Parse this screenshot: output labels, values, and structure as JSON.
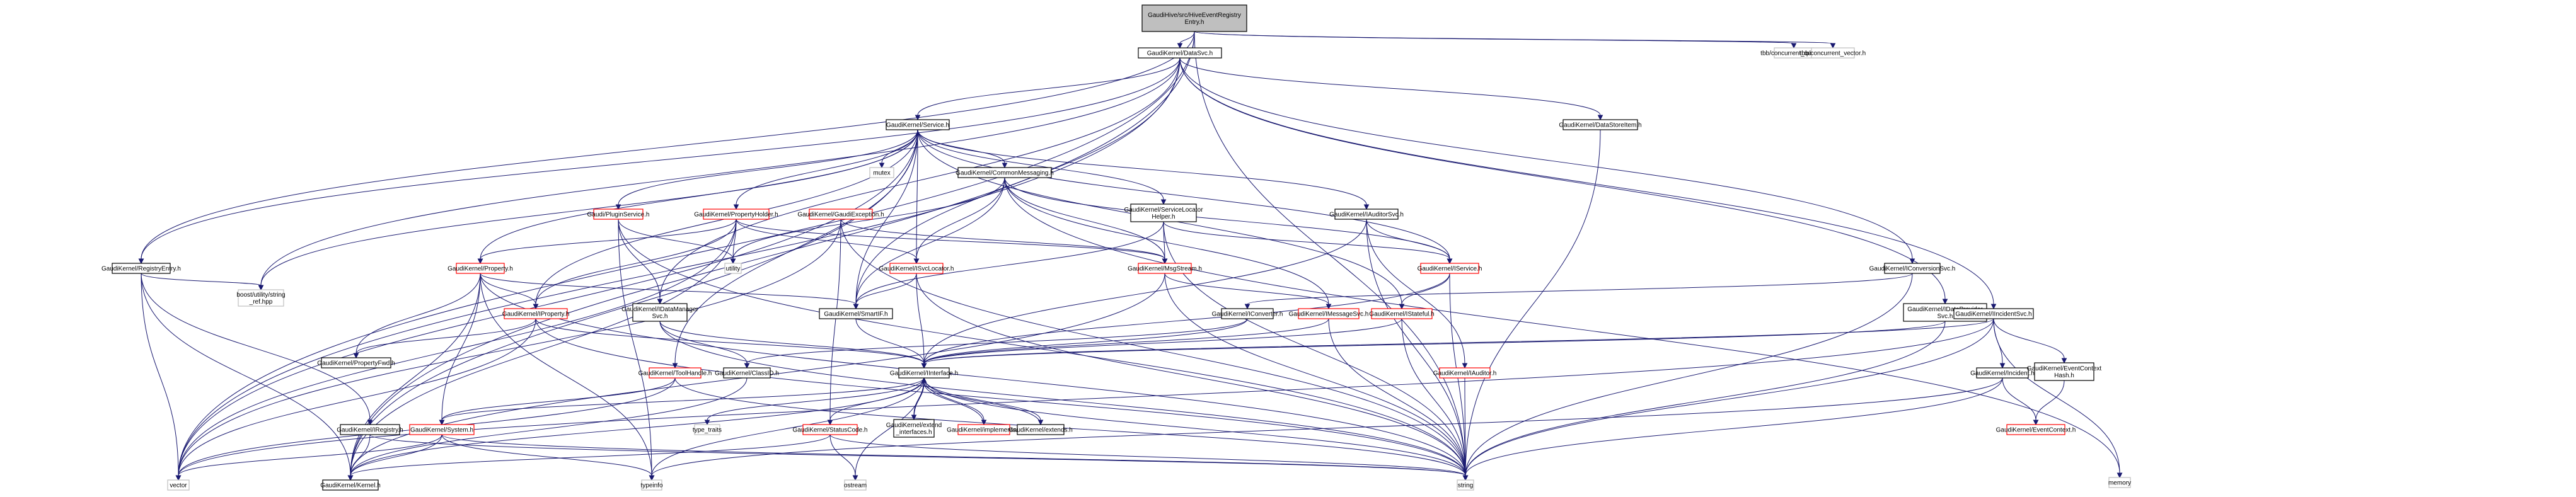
{
  "diagram": {
    "title": "GaudiHive/src/HiveEventRegistryEntry.h include dependency graph",
    "legend": {
      "root_fill": "#bfbfbf",
      "documented_border": "#000000",
      "undocumented_border": "#ff0000",
      "system_border": "#bfbfbf",
      "edge_color": "#191970"
    },
    "nodes": [
      {
        "id": "root",
        "label": [
          "GaudiHive/src/HiveEventRegistry",
          "Entry.h"
        ],
        "kind": "root"
      },
      {
        "id": "DataSvc",
        "label": [
          "GaudiKernel/DataSvc.h"
        ],
        "kind": "doc"
      },
      {
        "id": "tbbq",
        "label": [
          "tbb/concurrent_queue.h"
        ],
        "kind": "sys"
      },
      {
        "id": "tbbv",
        "label": [
          "tbb/concurrent_vector.h"
        ],
        "kind": "sys"
      },
      {
        "id": "Service",
        "label": [
          "GaudiKernel/Service.h"
        ],
        "kind": "doc"
      },
      {
        "id": "DataStoreItem",
        "label": [
          "GaudiKernel/DataStoreItem.h"
        ],
        "kind": "doc"
      },
      {
        "id": "mutex",
        "label": [
          "mutex"
        ],
        "kind": "sys"
      },
      {
        "id": "CommonMessaging",
        "label": [
          "GaudiKernel/CommonMessaging.h"
        ],
        "kind": "doc"
      },
      {
        "id": "PluginService",
        "label": [
          "Gaudi/PluginService.h"
        ],
        "kind": "red"
      },
      {
        "id": "PropertyHolder",
        "label": [
          "GaudiKernel/PropertyHolder.h"
        ],
        "kind": "red"
      },
      {
        "id": "GaudiException",
        "label": [
          "GaudiKernel/GaudiException.h"
        ],
        "kind": "red"
      },
      {
        "id": "ServiceLocatorHelper",
        "label": [
          "GaudiKernel/ServiceLocator",
          "Helper.h"
        ],
        "kind": "doc"
      },
      {
        "id": "IAuditorSvc",
        "label": [
          "GaudiKernel/IAuditorSvc.h"
        ],
        "kind": "doc"
      },
      {
        "id": "RegistryEntry",
        "label": [
          "GaudiKernel/RegistryEntry.h"
        ],
        "kind": "doc"
      },
      {
        "id": "Property",
        "label": [
          "GaudiKernel/Property.h"
        ],
        "kind": "red"
      },
      {
        "id": "utility",
        "label": [
          "utility"
        ],
        "kind": "sys"
      },
      {
        "id": "ISvcLocator",
        "label": [
          "GaudiKernel/ISvcLocator.h"
        ],
        "kind": "red"
      },
      {
        "id": "MsgStream",
        "label": [
          "GaudiKernel/MsgStream.h"
        ],
        "kind": "red"
      },
      {
        "id": "IService",
        "label": [
          "GaudiKernel/IService.h"
        ],
        "kind": "red"
      },
      {
        "id": "IConversionSvc",
        "label": [
          "GaudiKernel/IConversionSvc.h"
        ],
        "kind": "doc"
      },
      {
        "id": "boostref",
        "label": [
          "boost/utility/string",
          "_ref.hpp"
        ],
        "kind": "sys"
      },
      {
        "id": "IProperty",
        "label": [
          "GaudiKernel/IProperty.h"
        ],
        "kind": "red"
      },
      {
        "id": "IDataManagerSvc",
        "label": [
          "GaudiKernel/IDataManager",
          "Svc.h"
        ],
        "kind": "doc"
      },
      {
        "id": "SmartIF",
        "label": [
          "GaudiKernel/SmartIF.h"
        ],
        "kind": "doc"
      },
      {
        "id": "IConverter",
        "label": [
          "GaudiKernel/IConverter.h"
        ],
        "kind": "doc"
      },
      {
        "id": "IMessageSvc",
        "label": [
          "GaudiKernel/IMessageSvc.h"
        ],
        "kind": "red"
      },
      {
        "id": "IStateful",
        "label": [
          "GaudiKernel/IStateful.h"
        ],
        "kind": "red"
      },
      {
        "id": "IDataProviderSvc",
        "label": [
          "GaudiKernel/IDataProvider",
          "Svc.h"
        ],
        "kind": "doc"
      },
      {
        "id": "IIncidentSvc",
        "label": [
          "GaudiKernel/IIncidentSvc.h"
        ],
        "kind": "doc"
      },
      {
        "id": "PropertyFwd",
        "label": [
          "GaudiKernel/PropertyFwd.h"
        ],
        "kind": "doc"
      },
      {
        "id": "ToolHandle",
        "label": [
          "GaudiKernel/ToolHandle.h"
        ],
        "kind": "red"
      },
      {
        "id": "ClassID",
        "label": [
          "GaudiKernel/ClassID.h"
        ],
        "kind": "doc"
      },
      {
        "id": "IInterface",
        "label": [
          "GaudiKernel/IInterface.h"
        ],
        "kind": "doc"
      },
      {
        "id": "IAuditor",
        "label": [
          "GaudiKernel/IAuditor.h"
        ],
        "kind": "red"
      },
      {
        "id": "Incident",
        "label": [
          "GaudiKernel/Incident.h"
        ],
        "kind": "doc"
      },
      {
        "id": "EventContextHash",
        "label": [
          "GaudiKernel/EventContext",
          "Hash.h"
        ],
        "kind": "doc"
      },
      {
        "id": "IRegistry",
        "label": [
          "GaudiKernel/IRegistry.h"
        ],
        "kind": "doc"
      },
      {
        "id": "System",
        "label": [
          "GaudiKernel/System.h"
        ],
        "kind": "red"
      },
      {
        "id": "type_traits",
        "label": [
          "type_traits"
        ],
        "kind": "sys"
      },
      {
        "id": "StatusCode",
        "label": [
          "GaudiKernel/StatusCode.h"
        ],
        "kind": "red"
      },
      {
        "id": "extend_interfaces",
        "label": [
          "GaudiKernel/extend",
          "_interfaces.h"
        ],
        "kind": "doc"
      },
      {
        "id": "implements",
        "label": [
          "GaudiKernel/implements.h"
        ],
        "kind": "red"
      },
      {
        "id": "extends",
        "label": [
          "GaudiKernel/extends.h"
        ],
        "kind": "doc"
      },
      {
        "id": "EventContext",
        "label": [
          "GaudiKernel/EventContext.h"
        ],
        "kind": "red"
      },
      {
        "id": "vector",
        "label": [
          "vector"
        ],
        "kind": "sys"
      },
      {
        "id": "Kernel",
        "label": [
          "GaudiKernel/Kernel.h"
        ],
        "kind": "doc"
      },
      {
        "id": "typeinfo",
        "label": [
          "typeinfo"
        ],
        "kind": "sys"
      },
      {
        "id": "ostream",
        "label": [
          "ostream"
        ],
        "kind": "sys"
      },
      {
        "id": "string",
        "label": [
          "string"
        ],
        "kind": "sys"
      },
      {
        "id": "memory",
        "label": [
          "memory"
        ],
        "kind": "sys"
      }
    ],
    "edges": [
      [
        "root",
        "DataSvc"
      ],
      [
        "root",
        "tbbq"
      ],
      [
        "root",
        "tbbv"
      ],
      [
        "root",
        "RegistryEntry"
      ],
      [
        "root",
        "vector"
      ],
      [
        "root",
        "Kernel"
      ],
      [
        "root",
        "string"
      ],
      [
        "DataSvc",
        "Service"
      ],
      [
        "DataSvc",
        "DataStoreItem"
      ],
      [
        "DataSvc",
        "IConversionSvc"
      ],
      [
        "DataSvc",
        "IDataProviderSvc"
      ],
      [
        "DataSvc",
        "IIncidentSvc"
      ],
      [
        "DataSvc",
        "RegistryEntry"
      ],
      [
        "DataSvc",
        "IDataManagerSvc"
      ],
      [
        "DataSvc",
        "boostref"
      ],
      [
        "DataSvc",
        "SmartIF"
      ],
      [
        "DataSvc",
        "vector"
      ],
      [
        "Service",
        "mutex"
      ],
      [
        "Service",
        "CommonMessaging"
      ],
      [
        "Service",
        "PluginService"
      ],
      [
        "Service",
        "PropertyHolder"
      ],
      [
        "Service",
        "ServiceLocatorHelper"
      ],
      [
        "Service",
        "IAuditorSvc"
      ],
      [
        "Service",
        "Property"
      ],
      [
        "Service",
        "IProperty"
      ],
      [
        "Service",
        "ISvcLocator"
      ],
      [
        "Service",
        "IService"
      ],
      [
        "Service",
        "SmartIF"
      ],
      [
        "Service",
        "ToolHandle"
      ],
      [
        "Service",
        "IStateful"
      ],
      [
        "Service",
        "boostref"
      ],
      [
        "Service",
        "vector"
      ],
      [
        "Service",
        "Kernel"
      ],
      [
        "DataStoreItem",
        "string"
      ],
      [
        "CommonMessaging",
        "MsgStream"
      ],
      [
        "CommonMessaging",
        "IMessageSvc"
      ],
      [
        "CommonMessaging",
        "ISvcLocator"
      ],
      [
        "CommonMessaging",
        "SmartIF"
      ],
      [
        "CommonMessaging",
        "IService"
      ],
      [
        "CommonMessaging",
        "utility"
      ],
      [
        "CommonMessaging",
        "memory"
      ],
      [
        "PluginService",
        "utility"
      ],
      [
        "PluginService",
        "typeinfo"
      ],
      [
        "PluginService",
        "string"
      ],
      [
        "PluginService",
        "IDataManagerSvc"
      ],
      [
        "PropertyHolder",
        "Property"
      ],
      [
        "PropertyHolder",
        "IProperty"
      ],
      [
        "PropertyHolder",
        "utility"
      ],
      [
        "PropertyHolder",
        "ISvcLocator"
      ],
      [
        "PropertyHolder",
        "MsgStream"
      ],
      [
        "PropertyHolder",
        "Kernel"
      ],
      [
        "PropertyHolder",
        "vector"
      ],
      [
        "GaudiException",
        "StatusCode"
      ],
      [
        "GaudiException",
        "MsgStream"
      ],
      [
        "GaudiException",
        "string"
      ],
      [
        "GaudiException",
        "vector"
      ],
      [
        "ServiceLocatorHelper",
        "IService"
      ],
      [
        "ServiceLocatorHelper",
        "MsgStream"
      ],
      [
        "ServiceLocatorHelper",
        "SmartIF"
      ],
      [
        "ServiceLocatorHelper",
        "string"
      ],
      [
        "IAuditorSvc",
        "IService"
      ],
      [
        "IAuditorSvc",
        "IAuditor"
      ],
      [
        "IAuditorSvc",
        "string"
      ],
      [
        "IAuditorSvc",
        "IInterface"
      ],
      [
        "RegistryEntry",
        "IRegistry"
      ],
      [
        "RegistryEntry",
        "boostref"
      ],
      [
        "RegistryEntry",
        "vector"
      ],
      [
        "RegistryEntry",
        "Kernel"
      ],
      [
        "Property",
        "IProperty"
      ],
      [
        "Property",
        "PropertyFwd"
      ],
      [
        "Property",
        "Kernel"
      ],
      [
        "Property",
        "SmartIF"
      ],
      [
        "Property",
        "typeinfo"
      ],
      [
        "Property",
        "string"
      ],
      [
        "Property",
        "System"
      ],
      [
        "ISvcLocator",
        "SmartIF"
      ],
      [
        "ISvcLocator",
        "IInterface"
      ],
      [
        "ISvcLocator",
        "string"
      ],
      [
        "MsgStream",
        "IMessageSvc"
      ],
      [
        "MsgStream",
        "string"
      ],
      [
        "MsgStream",
        "Kernel"
      ],
      [
        "IService",
        "IStateful"
      ],
      [
        "IService",
        "IInterface"
      ],
      [
        "IService",
        "string"
      ],
      [
        "IConversionSvc",
        "IConverter"
      ],
      [
        "IConversionSvc",
        "string"
      ],
      [
        "IProperty",
        "IInterface"
      ],
      [
        "IProperty",
        "vector"
      ],
      [
        "IProperty",
        "string"
      ],
      [
        "IProperty",
        "PropertyFwd"
      ],
      [
        "IDataManagerSvc",
        "ClassID"
      ],
      [
        "IDataManagerSvc",
        "IInterface"
      ],
      [
        "IDataManagerSvc",
        "string"
      ],
      [
        "SmartIF",
        "IInterface"
      ],
      [
        "IConverter",
        "IInterface"
      ],
      [
        "IConverter",
        "ClassID"
      ],
      [
        "IMessageSvc",
        "IInterface"
      ],
      [
        "IMessageSvc",
        "string"
      ],
      [
        "IStateful",
        "IInterface"
      ],
      [
        "IStateful",
        "string"
      ],
      [
        "IDataProviderSvc",
        "IInterface"
      ],
      [
        "IDataProviderSvc",
        "string"
      ],
      [
        "IIncidentSvc",
        "Incident"
      ],
      [
        "IIncidentSvc",
        "EventContextHash"
      ],
      [
        "IIncidentSvc",
        "IInterface"
      ],
      [
        "IIncidentSvc",
        "string"
      ],
      [
        "IIncidentSvc",
        "memory"
      ],
      [
        "IIncidentSvc",
        "vector"
      ],
      [
        "ToolHandle",
        "System"
      ],
      [
        "ToolHandle",
        "string"
      ],
      [
        "ToolHandle",
        "vector"
      ],
      [
        "ClassID",
        "Kernel"
      ],
      [
        "IInterface",
        "System"
      ],
      [
        "IInterface",
        "type_traits"
      ],
      [
        "IInterface",
        "StatusCode"
      ],
      [
        "IInterface",
        "extend_interfaces"
      ],
      [
        "IInterface",
        "implements"
      ],
      [
        "IInterface",
        "extends"
      ],
      [
        "IInterface",
        "ostream"
      ],
      [
        "IInterface",
        "string"
      ],
      [
        "IInterface",
        "typeinfo"
      ],
      [
        "IInterface",
        "Kernel"
      ],
      [
        "IAuditor",
        "string"
      ],
      [
        "Incident",
        "EventContext"
      ],
      [
        "Incident",
        "string"
      ],
      [
        "Incident",
        "typeinfo"
      ],
      [
        "EventContextHash",
        "EventContext"
      ],
      [
        "IRegistry",
        "Kernel"
      ],
      [
        "IRegistry",
        "string"
      ],
      [
        "System",
        "Kernel"
      ],
      [
        "System",
        "typeinfo"
      ],
      [
        "System",
        "vector"
      ],
      [
        "System",
        "string"
      ],
      [
        "StatusCode",
        "ostream"
      ],
      [
        "StatusCode",
        "Kernel"
      ],
      [
        "StatusCode",
        "string"
      ],
      [
        "extend_interfaces",
        "IInterface"
      ],
      [
        "implements",
        "IInterface"
      ],
      [
        "extends",
        "IInterface"
      ]
    ]
  }
}
